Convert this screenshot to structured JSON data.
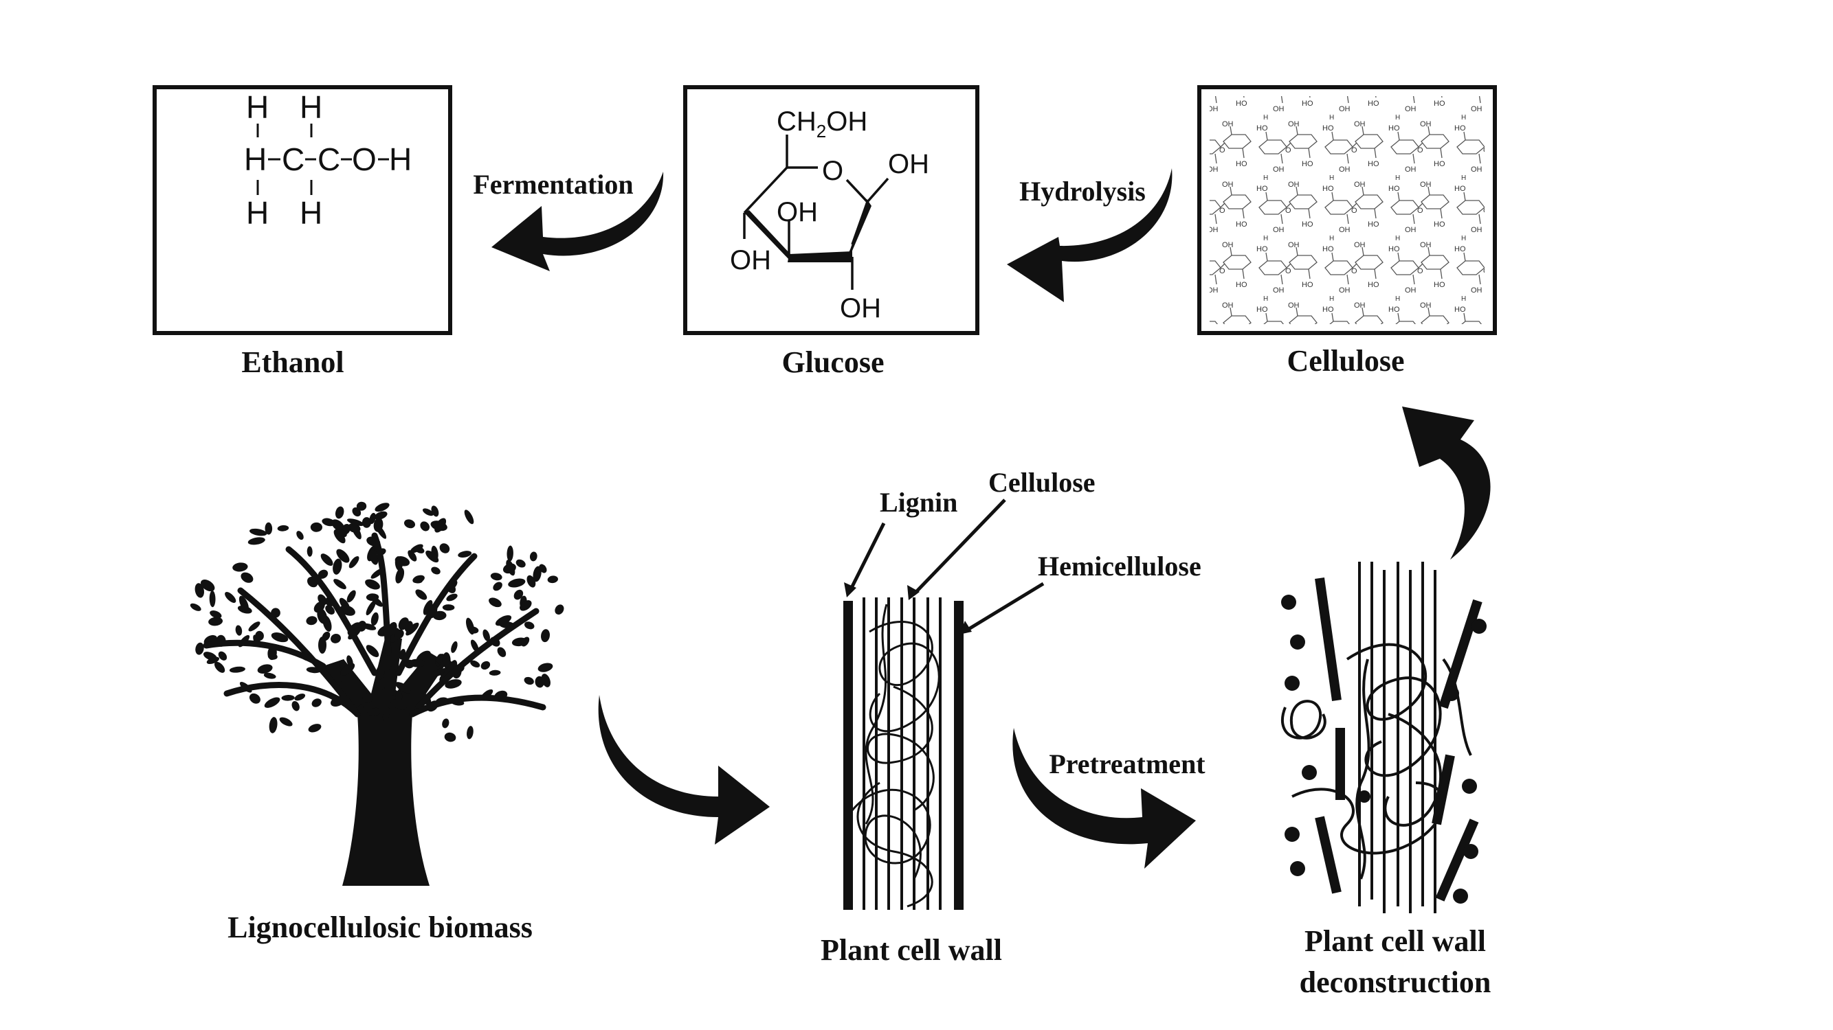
{
  "labels": {
    "ethanol": "Ethanol",
    "glucose": "Glucose",
    "cellulose_top": "Cellulose",
    "fermentation": "Fermentation",
    "hydrolysis": "Hydrolysis",
    "lignin": "Lignin",
    "cellulose_wall": "Cellulose",
    "hemicellulose": "Hemicellulose",
    "pretreatment": "Pretreatment",
    "biomass": "Lignocellulosic biomass",
    "plant_cell_wall": "Plant cell wall",
    "deconstruction_line1": "Plant cell wall",
    "deconstruction_line2": "deconstruction"
  },
  "ethanol_structure": {
    "h": "H",
    "c": "C",
    "o": "O"
  },
  "glucose_structure": {
    "ch2oh_ch": "CH",
    "ch2oh_sub": "2",
    "ch2oh_oh": "OH",
    "ring_o": "O",
    "oh": "OH"
  },
  "cellulose_structure": {
    "ho": "HO",
    "oh": "OH",
    "h": "H",
    "o": "O"
  },
  "colors": {
    "ink": "#111111",
    "background": "#ffffff",
    "pattern": "#555555"
  }
}
